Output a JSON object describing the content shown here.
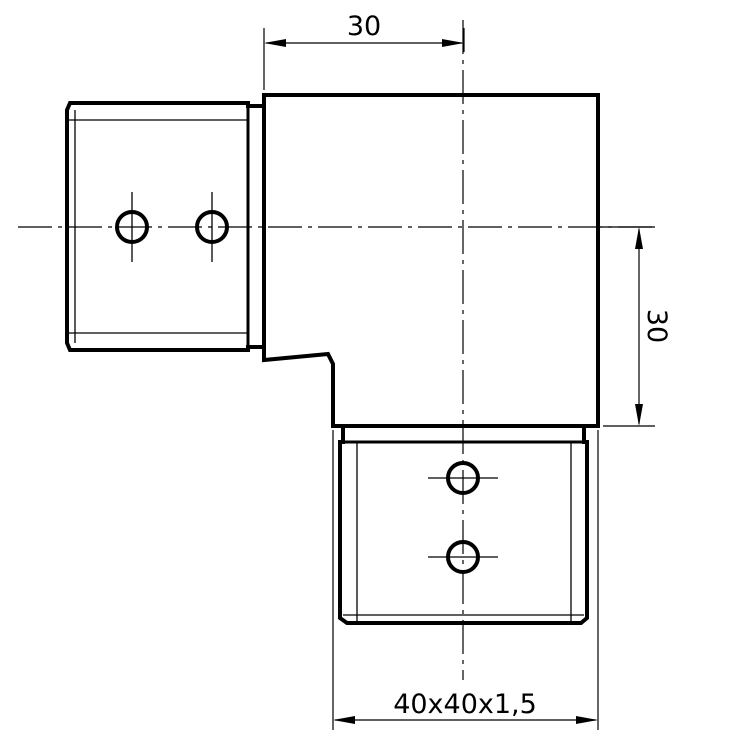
{
  "dimensions": {
    "top_width": "30",
    "right_height": "30",
    "profile": "40x40x1,5"
  }
}
